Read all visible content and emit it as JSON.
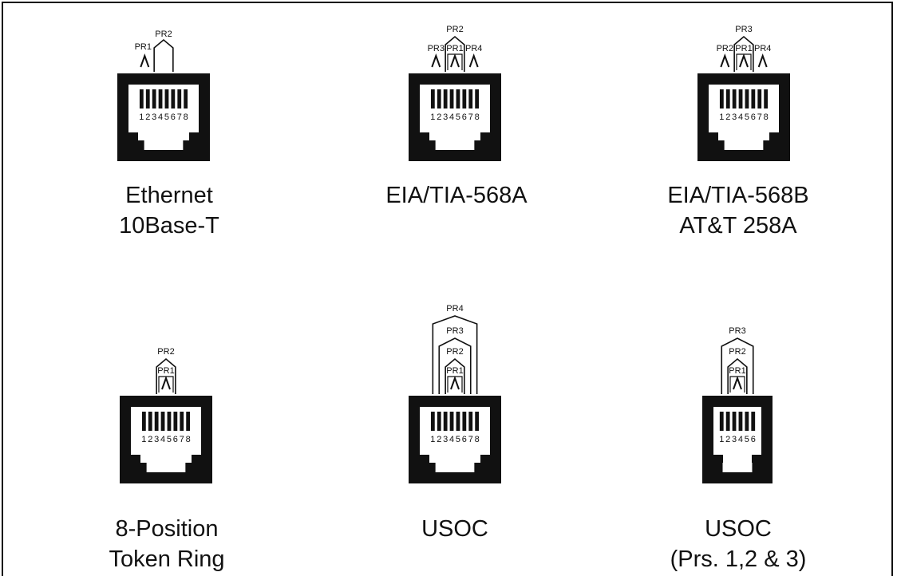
{
  "connectors": [
    {
      "id": "ethernet",
      "pins": "12345678",
      "caption": [
        "Ethernet",
        "10Base-T"
      ],
      "pairs": [
        "PR1",
        "PR2"
      ]
    },
    {
      "id": "eia-568a",
      "pins": "12345678",
      "caption": [
        "EIA/TIA-568A"
      ],
      "pairs": [
        "PR1",
        "PR2",
        "PR3",
        "PR4"
      ]
    },
    {
      "id": "eia-568b",
      "pins": "12345678",
      "caption": [
        "EIA/TIA-568B",
        "AT&T 258A"
      ],
      "pairs": [
        "PR1",
        "PR2",
        "PR3",
        "PR4"
      ]
    },
    {
      "id": "token-ring",
      "pins": "12345678",
      "caption": [
        "8-Position",
        "Token Ring"
      ],
      "pairs": [
        "PR1",
        "PR2"
      ]
    },
    {
      "id": "usoc-8",
      "pins": "12345678",
      "caption": [
        "USOC"
      ],
      "pairs": [
        "PR1",
        "PR2",
        "PR3",
        "PR4"
      ]
    },
    {
      "id": "usoc-6",
      "pins": "123456",
      "caption": [
        "USOC",
        "(Prs. 1,2 & 3)"
      ],
      "pairs": [
        "PR1",
        "PR2",
        "PR3"
      ]
    }
  ]
}
